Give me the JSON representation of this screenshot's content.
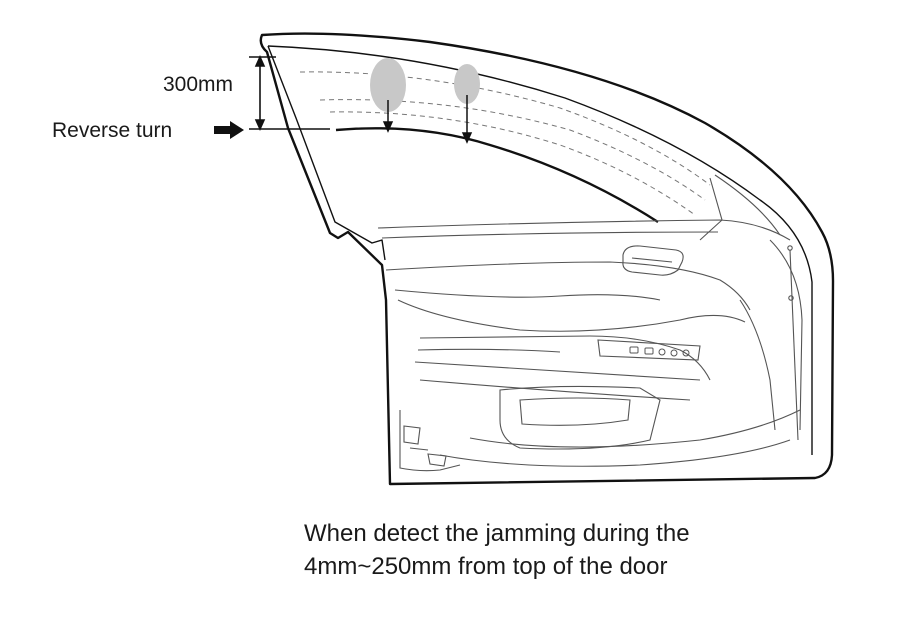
{
  "labels": {
    "measurement": "300mm",
    "reverse_turn": "Reverse turn"
  },
  "caption": {
    "line1": "When detect the jamming during the",
    "line2": "4mm~250mm from top of the door"
  },
  "colors": {
    "line": "#111111",
    "detail_line": "#555555",
    "dashed_line": "#777777",
    "obstacle_fill": "#c8c8c8"
  },
  "icons": {
    "arrow": "right-arrow-icon",
    "obstacle": "obstacle-ellipse"
  }
}
